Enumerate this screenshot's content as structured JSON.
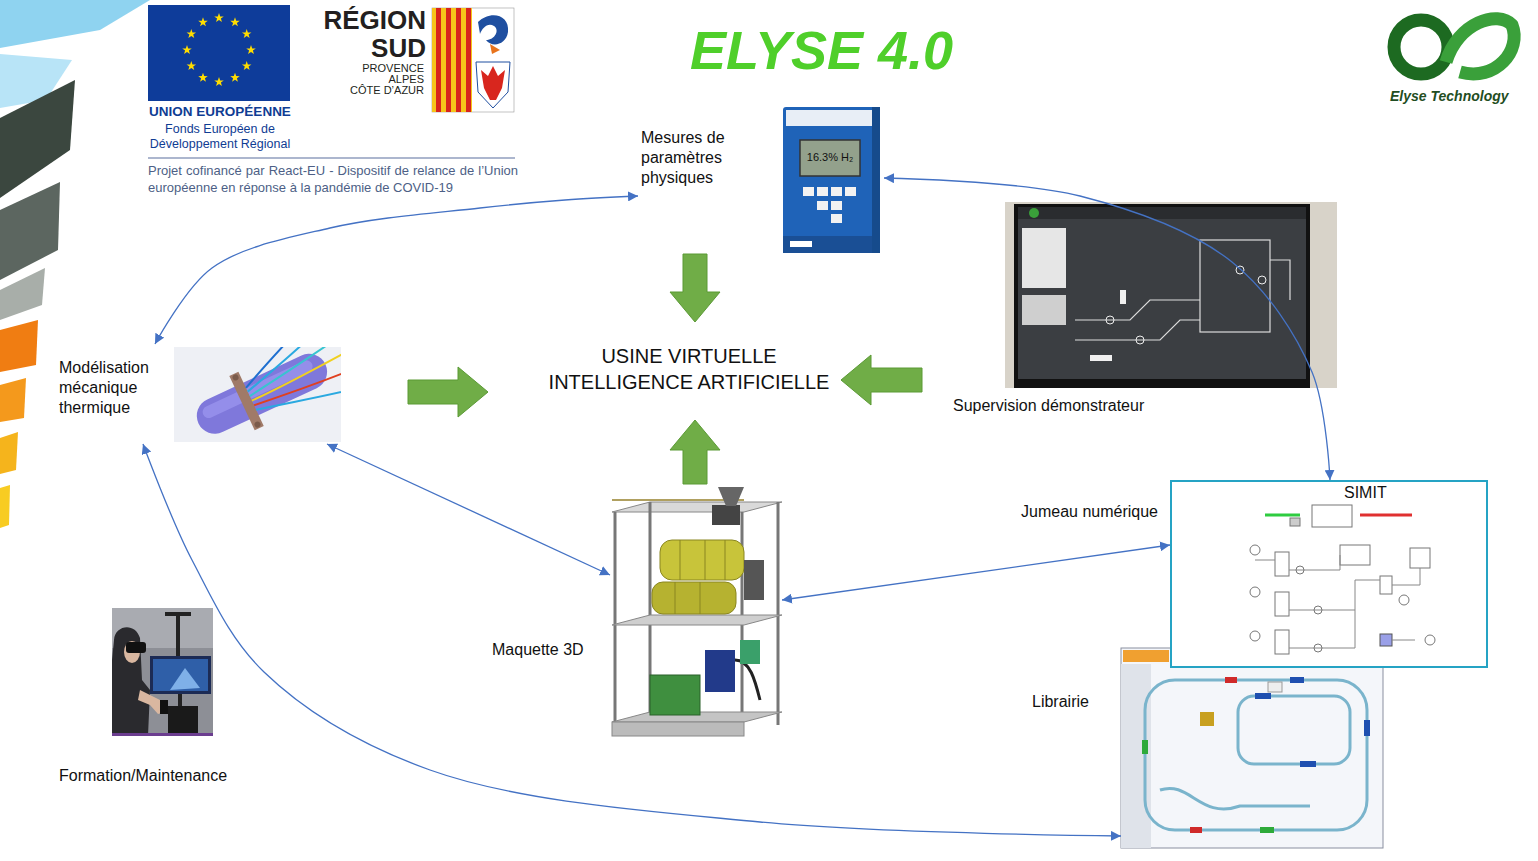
{
  "diagram": {
    "title": "ELYSE 4.0",
    "nodes": [
      {
        "text": [
          "Mesures de paramètres physiques"
        ]
      },
      {
        "text": [
          "Modélisation mécanique thermique"
        ]
      },
      {
        "text": [
          "USINE VIRTUELLE INTELLIGENCE ARTIFICIELLE"
        ]
      },
      {
        "text": [
          "Supervision démonstrateur"
        ]
      },
      {
        "text": [
          "Jumeau numérique",
          "SIMIT"
        ]
      },
      {
        "text": [
          "Maquette 3D"
        ]
      },
      {
        "text": [
          "Librairie"
        ]
      },
      {
        "text": [
          "Formation/Maintenance"
        ]
      }
    ],
    "edges": [
      {
        "from": 0,
        "to": 2,
        "arrow": "to"
      },
      {
        "from": 1,
        "to": 2,
        "arrow": "to"
      },
      {
        "from": 3,
        "to": 2,
        "arrow": "to"
      },
      {
        "from": 5,
        "to": 2,
        "arrow": "to"
      },
      {
        "from": 1,
        "to": 0,
        "arrow": "both"
      },
      {
        "from": 0,
        "to": 4,
        "arrow": "both"
      },
      {
        "from": 1,
        "to": 5,
        "arrow": "both"
      },
      {
        "from": 5,
        "to": 4,
        "arrow": "both"
      },
      {
        "from": 1,
        "to": 6,
        "arrow": "both"
      }
    ],
    "labels": [
      "UNION EUROPÉENNE",
      "Fonds Européen de Développement Régional",
      "RÉGION SUD",
      "PROVENCE",
      "ALPES",
      "CÔTE D’AZUR",
      "Projet cofinancé par React-EU - Dispositif de relance de l’Union européenne en réponse à la pandémie de COVID-19",
      "Elyse Technology",
      "16.3% H₂"
    ]
  }
}
